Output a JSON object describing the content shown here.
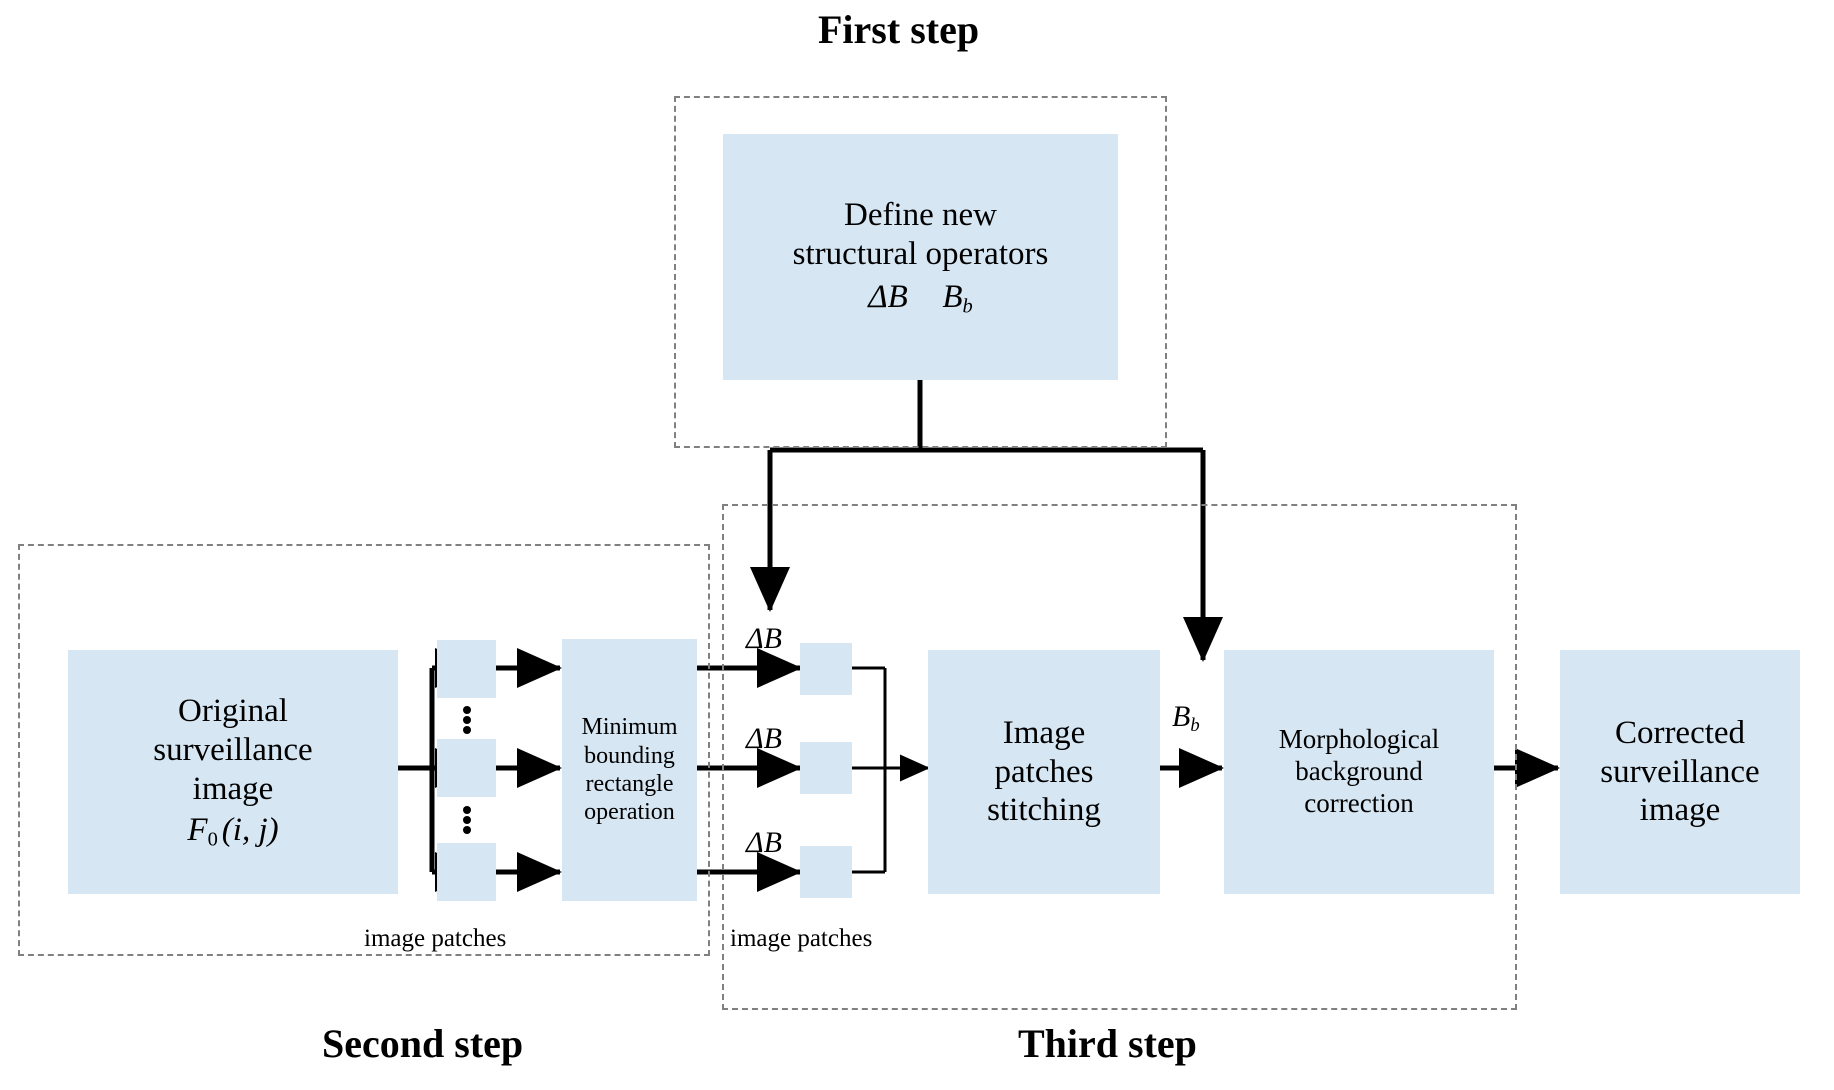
{
  "diagram": {
    "title_first": "First step",
    "title_second": "Second step",
    "title_third": "Third step",
    "colors": {
      "box_fill": "#d6e6f3",
      "region_border": "#808080",
      "arrow": "#000000",
      "text": "#000000",
      "background": "#ffffff"
    }
  },
  "boxes": {
    "define_operators": {
      "line1": "Define new",
      "line2": "structural operators",
      "line3_delta_b": "ΔB",
      "line3_b_sub": "B",
      "line3_b_subscript": "b"
    },
    "original_image": {
      "line1": "Original",
      "line2": "surveillance",
      "line3": "image",
      "formula_f": "F",
      "formula_sub": "0",
      "formula_args": "(i, j)"
    },
    "minimum_bounding": {
      "line1": "Minimum",
      "line2": "bounding",
      "line3": "rectangle",
      "line4": "operation"
    },
    "image_patches_stitching": {
      "line1": "Image",
      "line2": "patches",
      "line3": "stitching"
    },
    "morphological": {
      "line1": "Morphological",
      "line2": "background",
      "line3": "correction"
    },
    "corrected_image": {
      "line1": "Corrected",
      "line2": "surveillance",
      "line3": "image"
    }
  },
  "labels": {
    "delta_b_1": "ΔB",
    "delta_b_2": "ΔB",
    "delta_b_3": "ΔB",
    "b_b_main": "B",
    "b_b_subscript": "b",
    "image_patches_left": "image patches",
    "image_patches_right": "image patches"
  },
  "chart_data": {
    "type": "diagram",
    "title": "Three-step surveillance image background correction pipeline",
    "nodes": [
      {
        "id": "define_operators",
        "label": "Define new structural operators ΔB  B_b",
        "step": "First step"
      },
      {
        "id": "original_image",
        "label": "Original surveillance image F_0(i, j)",
        "step": "Second step"
      },
      {
        "id": "patches_left",
        "label": "image patches",
        "step": "Second step"
      },
      {
        "id": "minimum_bounding",
        "label": "Minimum bounding rectangle operation",
        "step": "Second step"
      },
      {
        "id": "patches_right",
        "label": "image patches",
        "step": "Third step"
      },
      {
        "id": "stitching",
        "label": "Image patches stitching",
        "step": "Third step"
      },
      {
        "id": "morphological",
        "label": "Morphological background correction",
        "step": "Third step"
      },
      {
        "id": "corrected_image",
        "label": "Corrected surveillance image",
        "step": "Third step"
      }
    ],
    "edges": [
      {
        "from": "original_image",
        "to": "patches_left",
        "label": ""
      },
      {
        "from": "patches_left",
        "to": "minimum_bounding",
        "label": ""
      },
      {
        "from": "minimum_bounding",
        "to": "patches_right",
        "label": "ΔB"
      },
      {
        "from": "define_operators",
        "to": "patches_right",
        "label": "ΔB"
      },
      {
        "from": "patches_right",
        "to": "stitching",
        "label": ""
      },
      {
        "from": "stitching",
        "to": "morphological",
        "label": ""
      },
      {
        "from": "define_operators",
        "to": "morphological",
        "label": "B_b"
      },
      {
        "from": "morphological",
        "to": "corrected_image",
        "label": ""
      }
    ]
  }
}
